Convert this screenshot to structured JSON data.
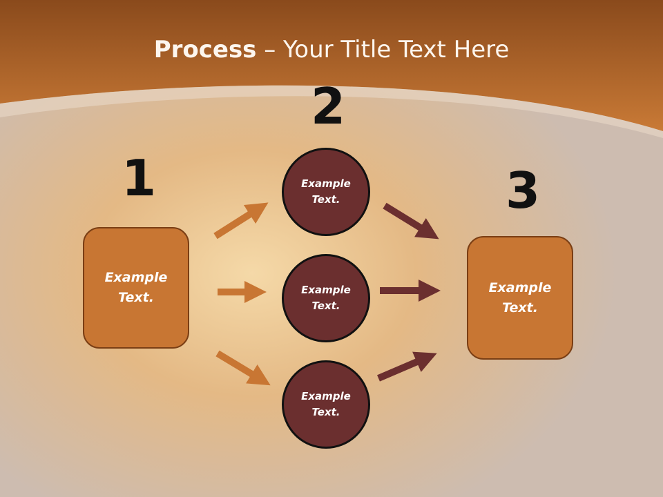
{
  "title": {
    "bold": "Process",
    "rest": " – Your Title Text Here"
  },
  "steps": {
    "n1": "1",
    "n2": "2",
    "n3": "3"
  },
  "left_box": {
    "line1": "Example",
    "line2": "Text."
  },
  "right_box": {
    "line1": "Example",
    "line2": "Text."
  },
  "circles": [
    {
      "line1": "Example",
      "line2": "Text."
    },
    {
      "line1": "Example",
      "line2": "Text."
    },
    {
      "line1": "Example",
      "line2": "Text."
    }
  ],
  "colors": {
    "orange": "#c87633",
    "maroon": "#6b2f2f",
    "arrow_orange": "#c87633",
    "arrow_maroon": "#6b2f2f"
  }
}
